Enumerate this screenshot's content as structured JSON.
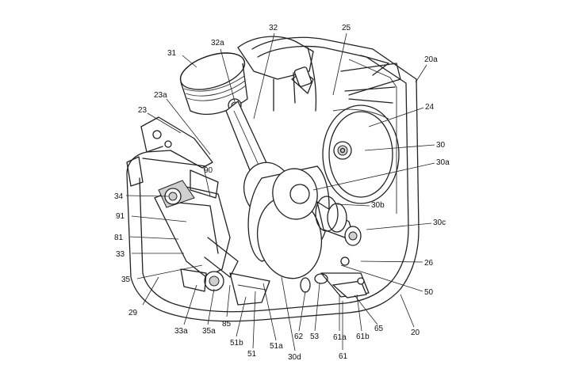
{
  "labels": {
    "l31": "31",
    "l32a": "32a",
    "l32": "32",
    "l25": "25",
    "l20a": "20a",
    "l23a": "23a",
    "l23": "23",
    "l24": "24",
    "l30": "30",
    "l30a": "30a",
    "l90": "90",
    "l34": "34",
    "l30b": "30b",
    "l91": "91",
    "l30c": "30c",
    "l81": "81",
    "l33": "33",
    "l26": "26",
    "l35": "35",
    "l50": "50",
    "l29": "29",
    "l65": "65",
    "l20": "20",
    "l33a": "33a",
    "l35a": "35a",
    "l85": "85",
    "l51b": "51b",
    "l51": "51",
    "l51a": "51a",
    "l30d": "30d",
    "l62": "62",
    "l53": "53",
    "l61a": "61a",
    "l61b": "61b",
    "l61": "61"
  }
}
